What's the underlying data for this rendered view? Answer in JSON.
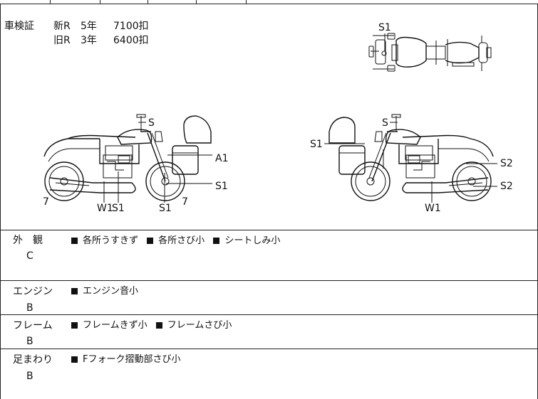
{
  "inspection": {
    "label": "車検証",
    "rows": [
      {
        "type": "新R",
        "years": "5年",
        "amount": "7100扣"
      },
      {
        "type": "旧R",
        "years": "3年",
        "amount": "6400扣"
      }
    ]
  },
  "diagram_labels": {
    "top_view": [
      "S1"
    ],
    "left_view": [
      "S",
      "A1",
      "S1",
      "7",
      "W1",
      "S1",
      "S1",
      "7"
    ],
    "right_view": [
      "S",
      "S1",
      "S2",
      "S2",
      "W1"
    ]
  },
  "sections": [
    {
      "category": "外　観",
      "grade": "C",
      "notes": [
        "各所うすきず",
        "各所さび小",
        "シートしみ小"
      ]
    },
    {
      "category": "エンジン",
      "grade": "B",
      "notes": [
        "エンジン音小"
      ]
    },
    {
      "category": "フレーム",
      "grade": "B",
      "notes": [
        "フレームきず小",
        "フレームさび小"
      ]
    },
    {
      "category": "足まわり",
      "grade": "B",
      "notes": [
        "Fフォーク摺動部さび小"
      ]
    }
  ]
}
